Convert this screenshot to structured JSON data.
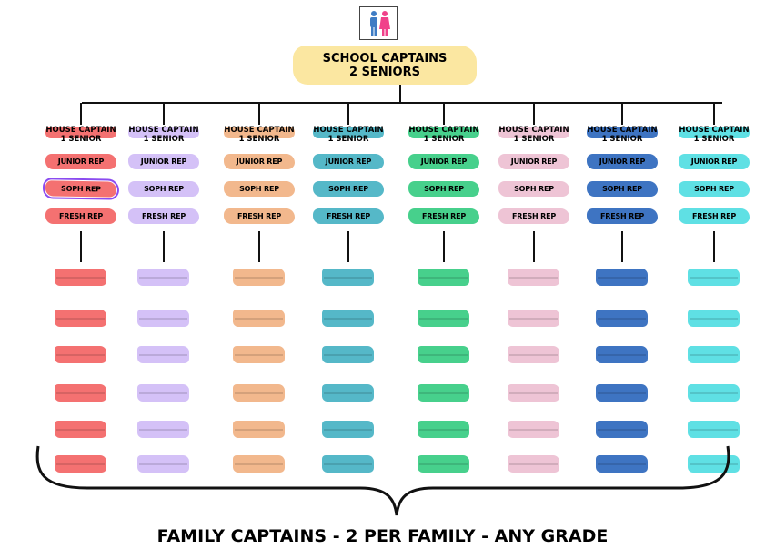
{
  "top": {
    "line1": "SCHOOL CAPTAINS",
    "line2": "2 SENIORS",
    "icon": "restroom-people-icon"
  },
  "columns": [
    {
      "color": "#f47171",
      "title": "HOUSE CAPTAIN",
      "sub": "1 SENIOR",
      "junior": "JUNIOR REP",
      "soph": "SOPH REP",
      "fresh": "FRESH REP",
      "selected": "soph"
    },
    {
      "color": "#d4c1f7",
      "title": "HOUSE CAPTAIN",
      "sub": "1 SENIOR",
      "junior": "JUNIOR REP",
      "soph": "SOPH REP",
      "fresh": "FRESH REP"
    },
    {
      "color": "#f2b88d",
      "title": "HOUSE CAPTAIN",
      "sub": "1 SENIOR",
      "junior": "JUNIOR REP",
      "soph": "SOPH REP",
      "fresh": "FRESH REP"
    },
    {
      "color": "#55b8c8",
      "title": "HOUSE CAPTAIN",
      "sub": "1 SENIOR",
      "junior": "JUNIOR REP",
      "soph": "SOPH REP",
      "fresh": "FRESH REP"
    },
    {
      "color": "#47d08c",
      "title": "HOUSE CAPTAIN",
      "sub": "1 SENIOR",
      "junior": "JUNIOR REP",
      "soph": "SOPH REP",
      "fresh": "FRESH REP"
    },
    {
      "color": "#eec4d5",
      "title": "HOUSE CAPTAIN",
      "sub": "1 SENIOR",
      "junior": "JUNIOR REP",
      "soph": "SOPH REP",
      "fresh": "FRESH REP"
    },
    {
      "color": "#3e74c2",
      "title": "HOUSE CAPTAIN",
      "sub": "1 SENIOR",
      "junior": "JUNIOR REP",
      "soph": "SOPH REP",
      "fresh": "FRESH REP"
    },
    {
      "color": "#5fe0e4",
      "title": "HOUSE CAPTAIN",
      "sub": "1 SENIOR",
      "junior": "JUNIOR REP",
      "soph": "SOPH REP",
      "fresh": "FRESH REP"
    }
  ],
  "family_slots_per_column": 6,
  "footer": "FAMILY CAPTAINS - 2 PER FAMILY - ANY GRADE",
  "accent_selection": "#8b4cf0",
  "top_color": "#fbe7a1"
}
